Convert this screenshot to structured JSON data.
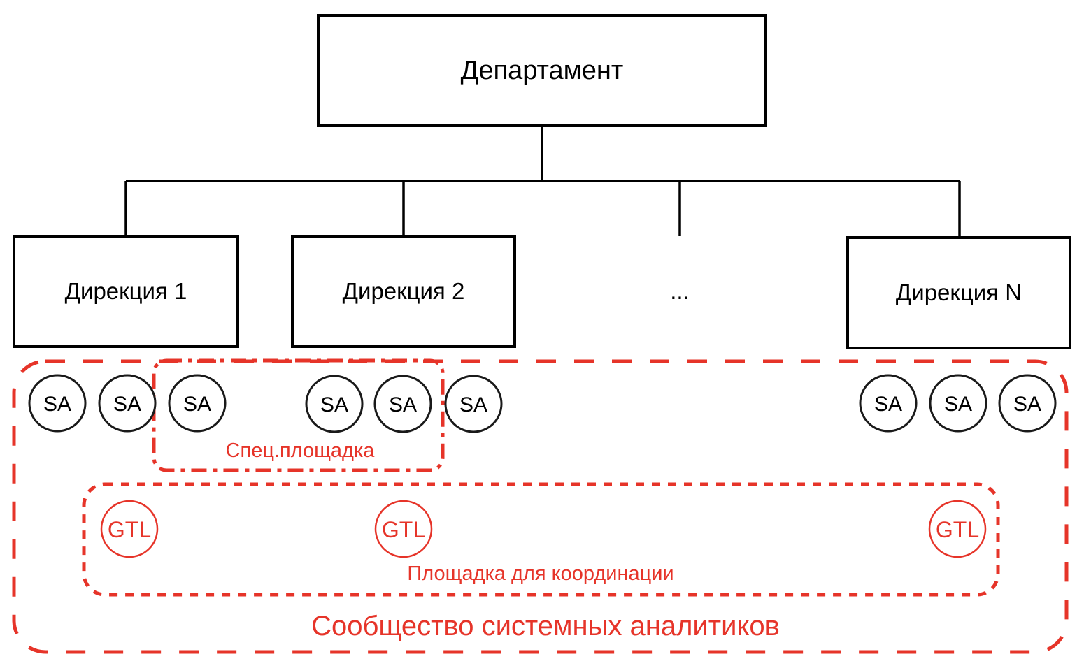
{
  "diagram": {
    "title_box": {
      "label": "Департамент"
    },
    "directorates": [
      {
        "label": "Дирекция 1"
      },
      {
        "label": "Дирекция 2"
      },
      {
        "label": "..."
      },
      {
        "label": "Дирекция N"
      }
    ],
    "sa": {
      "label": "SA",
      "count": 9
    },
    "gtl": {
      "label": "GTL",
      "count": 3
    },
    "zones": {
      "special": {
        "label": "Спец.площадка"
      },
      "coordination": {
        "label": "Площадка для координации"
      },
      "community": {
        "label": "Сообщество системных аналитиков"
      }
    },
    "colors": {
      "line_black": "#000000",
      "accent_red": "#e63429",
      "background": "#ffffff"
    }
  }
}
